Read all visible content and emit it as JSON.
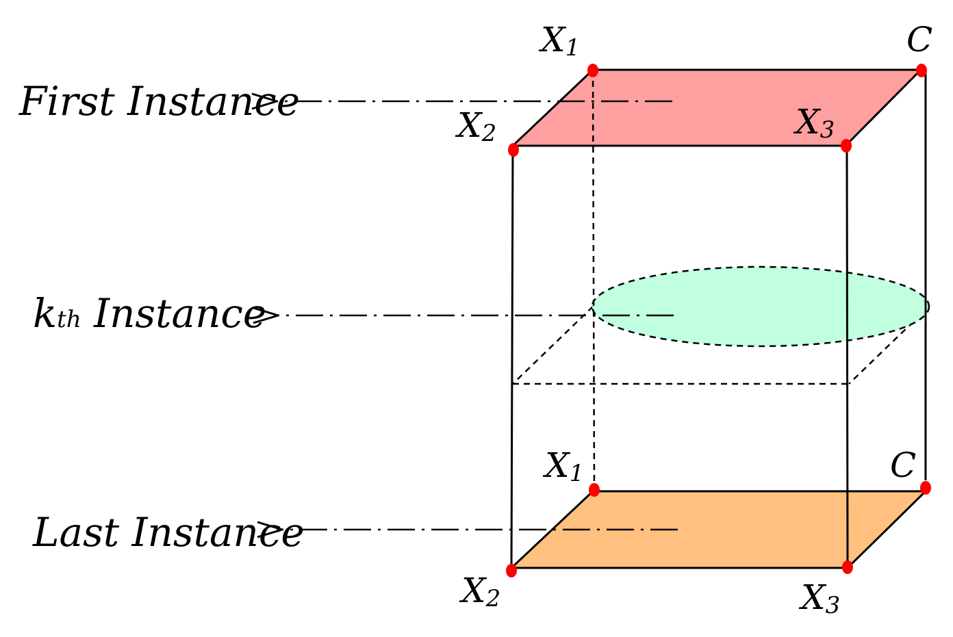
{
  "instances": {
    "first": "First Instance",
    "kth_base": "k",
    "kth_sub": "th",
    "kth_rest": " Instance",
    "last": "Last Instance"
  },
  "vertices": {
    "top": {
      "x1": {
        "base": "X",
        "sub": "1"
      },
      "x2": {
        "base": "X",
        "sub": "2"
      },
      "x3": {
        "base": "X",
        "sub": "3"
      },
      "c": {
        "base": "C",
        "sub": ""
      }
    },
    "bottom": {
      "x1": {
        "base": "X",
        "sub": "1"
      },
      "x2": {
        "base": "X",
        "sub": "2"
      },
      "x3": {
        "base": "X",
        "sub": "3"
      },
      "c": {
        "base": "C",
        "sub": ""
      }
    }
  },
  "colors": {
    "top_face": "#ffa0a0",
    "bottom_face": "#ffc080",
    "middle_ellipse": "#c0ffe0",
    "vertex_dot": "#ff0000"
  }
}
